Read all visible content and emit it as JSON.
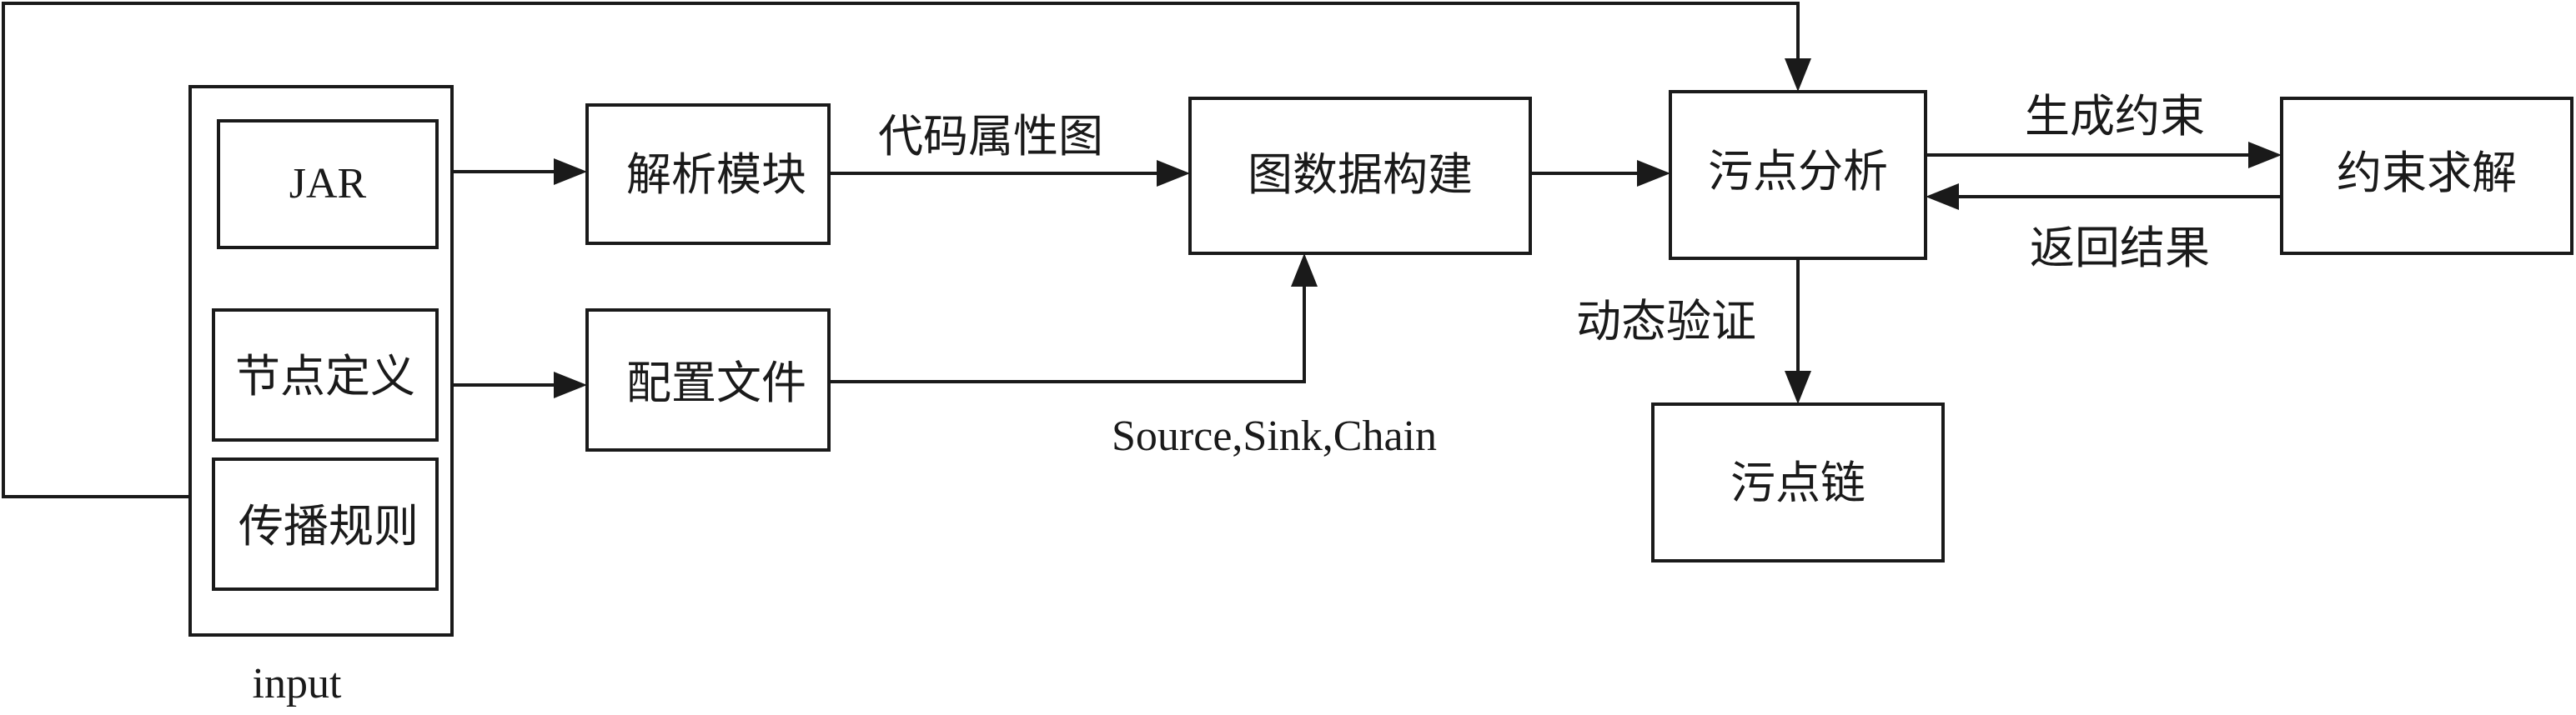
{
  "input_group": {
    "caption": "input",
    "items": {
      "jar": "JAR",
      "node_def": "节点定义",
      "prop_rules": "传播规则"
    }
  },
  "modules": {
    "parse": "解析模块",
    "config": "配置文件",
    "graph_build": "图数据构建",
    "taint_analysis": "污点分析",
    "constraint_solve": "约束求解",
    "taint_chain": "污点链"
  },
  "edges": {
    "code_property_graph": "代码属性图",
    "source_sink_chain": "Source,Sink,Chain",
    "generate_constraints": "生成约束",
    "return_results": "返回结果",
    "dynamic_verification": "动态验证"
  }
}
